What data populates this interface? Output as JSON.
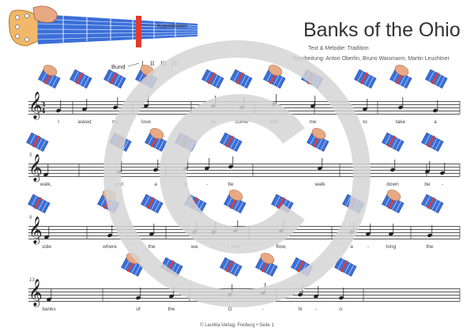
{
  "title": "Banks of the Ohio",
  "credits": {
    "line1": "Text & Melodie: Tradition",
    "line2": "Bearbeitung: Anton Oberlin, Bruno Waismann, Martin Leuchtner"
  },
  "diagram": {
    "capo_label": "Kapodaster",
    "fret_label": "Bund",
    "fret_numerals": [
      "I",
      "II",
      "III",
      "IV"
    ]
  },
  "systems": [
    {
      "measure_number": "",
      "has_time_signature": true,
      "time_signature": [
        "3",
        "4"
      ],
      "lyrics": [
        "I",
        "asked",
        "my",
        "love",
        "to",
        "come",
        "with",
        "me",
        "to",
        "take",
        "a"
      ]
    },
    {
      "measure_number": "5",
      "has_time_signature": false,
      "time_signature": [],
      "lyrics": [
        "walk,",
        "just",
        "a",
        "lit",
        "-",
        "tle",
        "walk",
        "down",
        "be",
        "-"
      ]
    },
    {
      "measure_number": "9",
      "has_time_signature": false,
      "time_signature": [],
      "lyrics": [
        "side",
        "where",
        "the",
        "wa",
        "-",
        "ters",
        "flow,",
        "a",
        "-",
        "long",
        "the"
      ]
    },
    {
      "measure_number": "13",
      "has_time_signature": false,
      "time_signature": [],
      "lyrics": [
        "banks",
        "of",
        "the",
        "O",
        "-",
        "hi",
        "-",
        "o."
      ]
    }
  ],
  "footer": "© LeuWa-Verlag, Freiburg  •  Seite 1",
  "colors": {
    "fretboard_blue": "#3b6fd8",
    "fret_red": "#e23b2e",
    "finger_skin": "#e8a982",
    "watermark": "#d5d5d5"
  }
}
